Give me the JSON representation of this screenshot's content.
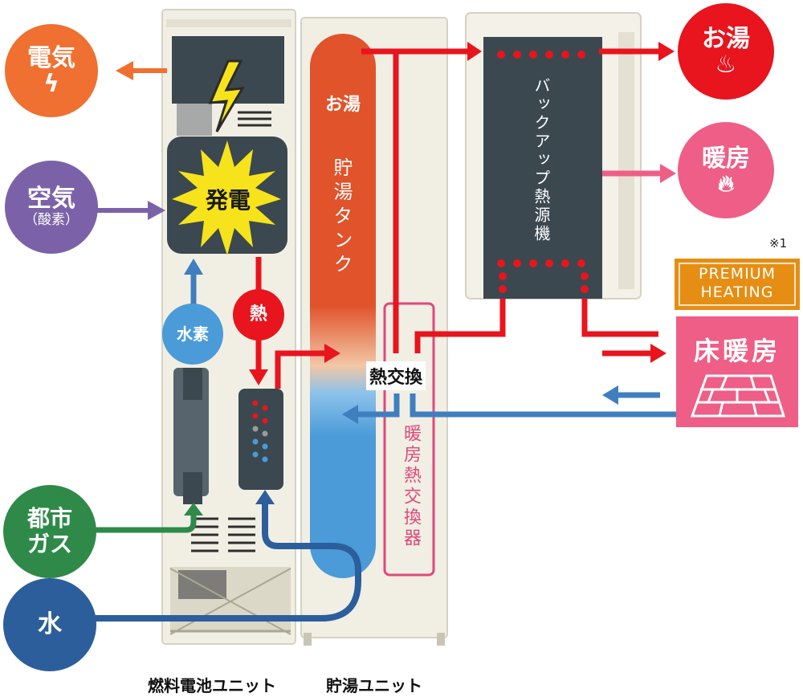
{
  "nodes": {
    "electricity": {
      "label": "電気",
      "icon": "lightning-icon",
      "color": "#ef7030"
    },
    "air": {
      "label": "空気",
      "sub": "（酸素）",
      "color": "#7b62a8"
    },
    "city_gas": {
      "label_line1": "都市",
      "label_line2": "ガス",
      "color": "#2f8a49"
    },
    "water": {
      "label": "水",
      "color": "#2c5e9c"
    },
    "hot_water": {
      "label": "お湯",
      "icon": "steam-icon",
      "color": "#e8141e"
    },
    "heating": {
      "label": "暖房",
      "icon": "flame-icon",
      "color": "#ee5e86"
    },
    "floor_heating": {
      "label": "床暖房",
      "icon": "floor-tiles-icon",
      "color": "#ee5e86"
    }
  },
  "fuel_cell": {
    "generation": "発電",
    "hydrogen": "水素",
    "heat": "熱"
  },
  "tank": {
    "top_label": "お湯",
    "name": "貯湯タンク",
    "hot_color": "#e0532b",
    "cold_color": "#4a9bd8"
  },
  "backup_heater": {
    "label": "バックアップ熱源機",
    "color": "#3b4850"
  },
  "heat_exchanger": {
    "label": "熱交換"
  },
  "heating_exchanger": {
    "label": "暖房熱交換器",
    "color": "#e0487c"
  },
  "badge": {
    "line1": "PREMIUM",
    "line2": "HEATING",
    "color": "#e58e13"
  },
  "footnote": "※1",
  "captions": {
    "fuel_cell_unit": "燃料電池ユニット",
    "storage_unit": "貯湯ユニット"
  }
}
